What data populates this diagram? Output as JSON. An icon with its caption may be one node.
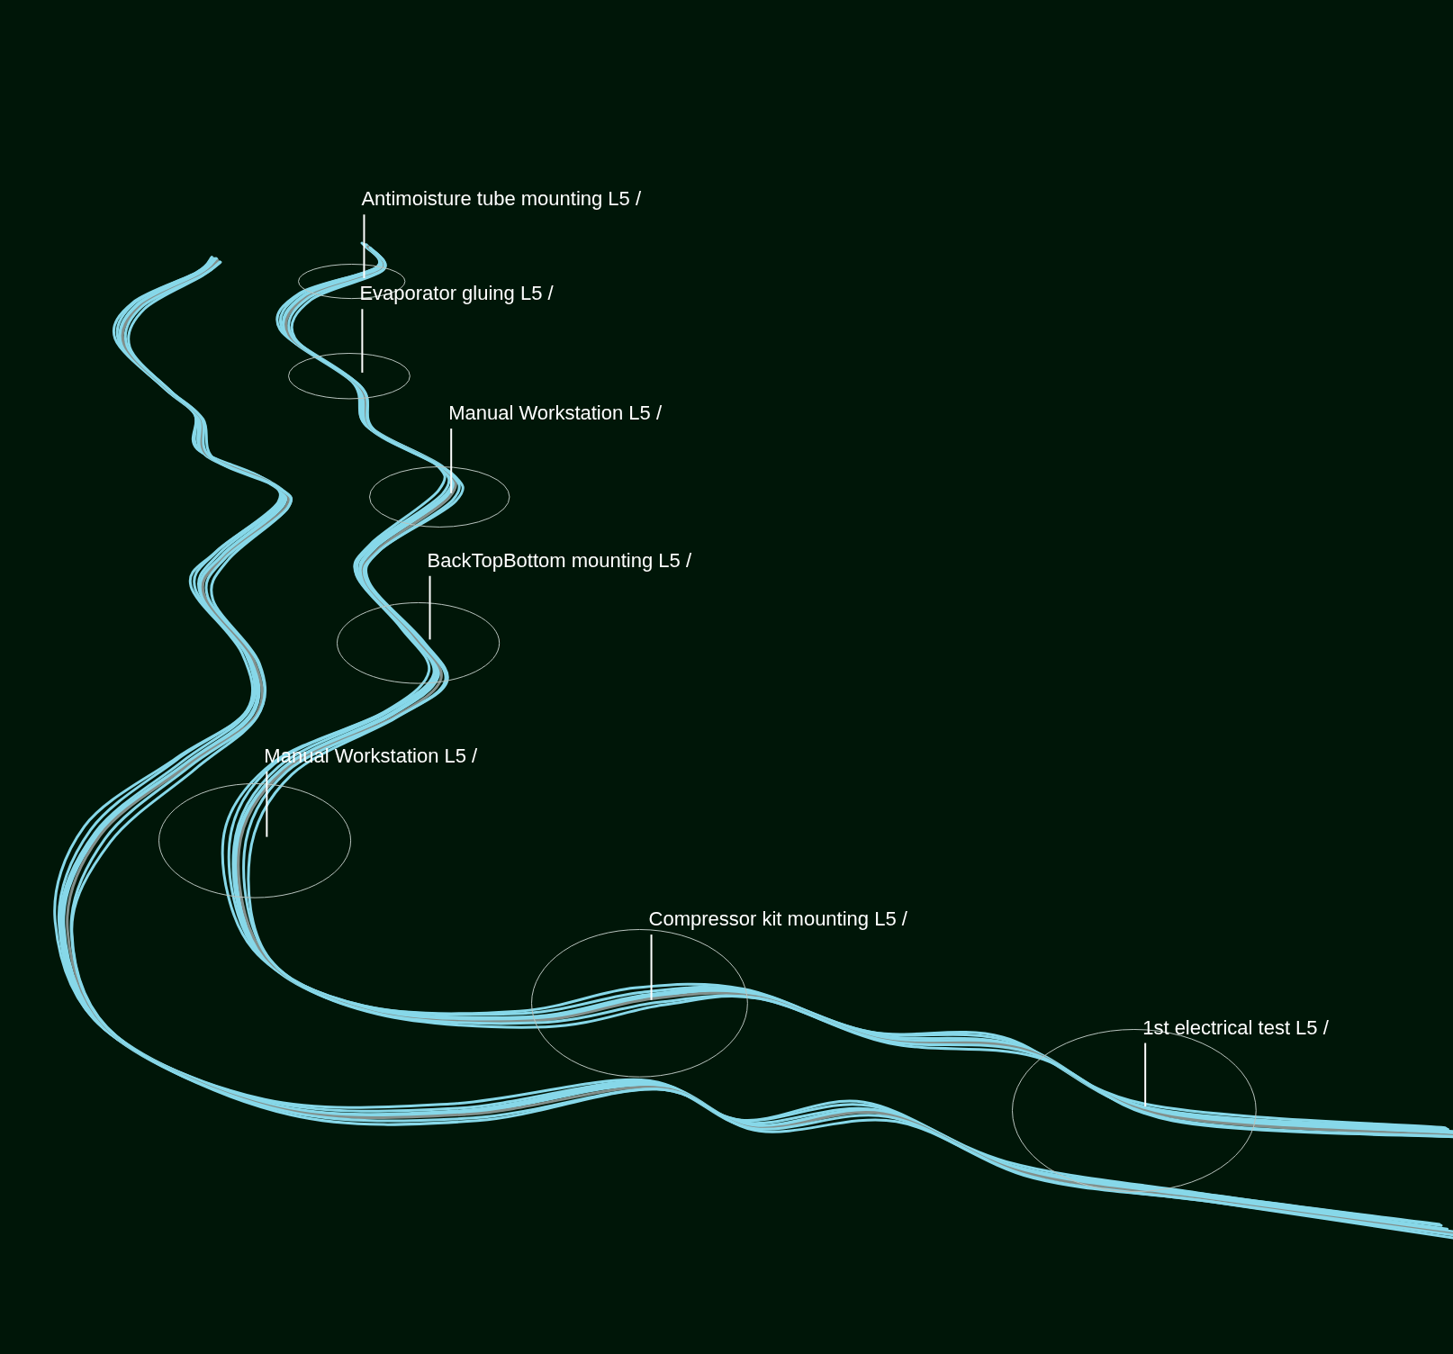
{
  "diagram": {
    "nodes": [
      {
        "text": [
          "Antimoisture tube mounting L5 /"
        ]
      },
      {
        "text": [],
        "shape": "circle"
      },
      {
        "text": [
          "Evaporator gluing L5 /"
        ]
      },
      {
        "text": [],
        "shape": "circle"
      },
      {
        "text": [
          "Manual Workstation L5 /"
        ]
      },
      {
        "text": [],
        "shape": "circle"
      },
      {
        "text": [
          "BackTopBottom mounting L5 /"
        ]
      },
      {
        "text": [],
        "shape": "circle"
      },
      {
        "text": [
          "Manual Workstation L5 /"
        ]
      },
      {
        "text": [],
        "shape": "circle"
      },
      {
        "text": [
          "Compressor kit mounting L5 /"
        ]
      },
      {
        "text": [],
        "shape": "circle"
      },
      {
        "text": [
          "1st electrical test L5 /"
        ]
      },
      {
        "text": [],
        "shape": "circle"
      }
    ],
    "edges": [
      {
        "from": 0,
        "to": 1,
        "arrow": "none"
      },
      {
        "from": 2,
        "to": 3,
        "arrow": "none"
      },
      {
        "from": 4,
        "to": 5,
        "arrow": "none"
      },
      {
        "from": 6,
        "to": 7,
        "arrow": "none"
      },
      {
        "from": 8,
        "to": 9,
        "arrow": "none"
      },
      {
        "from": 10,
        "to": 11,
        "arrow": "none"
      },
      {
        "from": 12,
        "to": 13,
        "arrow": "none"
      }
    ]
  }
}
